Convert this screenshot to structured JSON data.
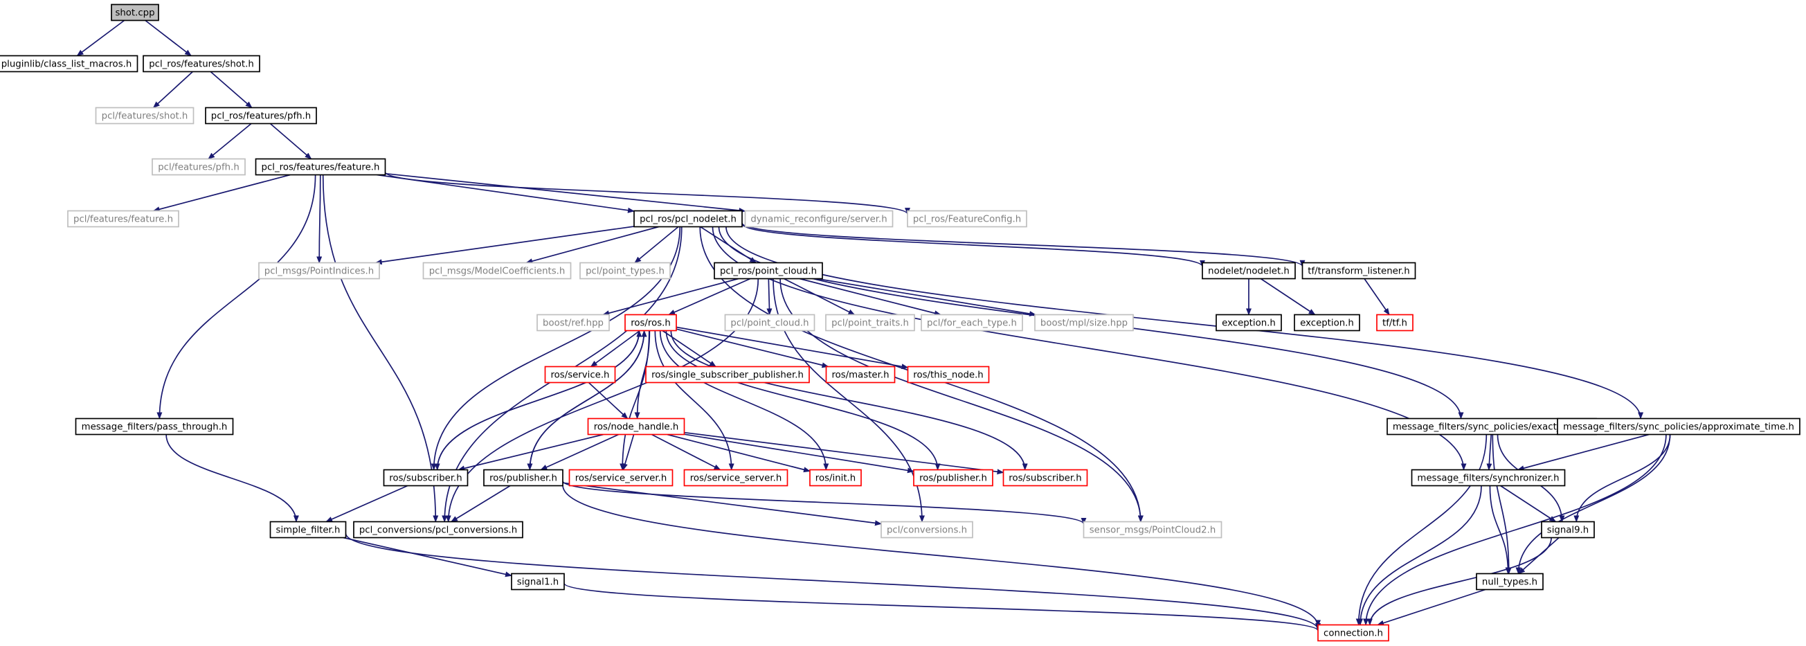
{
  "graph": {
    "colors": {
      "edge": "#191970",
      "node_fill": "#ffffff",
      "root_fill": "#bfbfbf",
      "text_normal": "#000000",
      "text_missing": "#7f7f7f",
      "border_normal": "#000000",
      "border_missing": "#bfbfbf",
      "border_truncated": "#ff0000"
    },
    "nodes": [
      {
        "id": "shot_cpp",
        "label": "shot.cpp",
        "style": "root"
      },
      {
        "id": "pluginlib",
        "label": "pluginlib/class_list_macros.h",
        "style": "normal"
      },
      {
        "id": "pclros_shot",
        "label": "pcl_ros/features/shot.h",
        "style": "normal"
      },
      {
        "id": "pcl_shot",
        "label": "pcl/features/shot.h",
        "style": "missing"
      },
      {
        "id": "pclros_pfh",
        "label": "pcl_ros/features/pfh.h",
        "style": "normal"
      },
      {
        "id": "pcl_pfh",
        "label": "pcl/features/pfh.h",
        "style": "missing"
      },
      {
        "id": "pclros_feature",
        "label": "pcl_ros/features/feature.h",
        "style": "normal"
      },
      {
        "id": "pcl_feature",
        "label": "pcl/features/feature.h",
        "style": "missing"
      },
      {
        "id": "pcl_nodelet",
        "label": "pcl_ros/pcl_nodelet.h",
        "style": "normal"
      },
      {
        "id": "dyn_server",
        "label": "dynamic_reconfigure/server.h",
        "style": "missing"
      },
      {
        "id": "feature_config",
        "label": "pcl_ros/FeatureConfig.h",
        "style": "missing"
      },
      {
        "id": "point_indices",
        "label": "pcl_msgs/PointIndices.h",
        "style": "missing"
      },
      {
        "id": "model_coeff",
        "label": "pcl_msgs/ModelCoefficients.h",
        "style": "missing"
      },
      {
        "id": "point_types",
        "label": "pcl/point_types.h",
        "style": "missing"
      },
      {
        "id": "pclros_point_cloud",
        "label": "pcl_ros/point_cloud.h",
        "style": "normal"
      },
      {
        "id": "nodelet_nodelet",
        "label": "nodelet/nodelet.h",
        "style": "normal"
      },
      {
        "id": "tf_listener",
        "label": "tf/transform_listener.h",
        "style": "normal"
      },
      {
        "id": "exception1",
        "label": "exception.h",
        "style": "normal"
      },
      {
        "id": "exception2",
        "label": "exception.h",
        "style": "normal"
      },
      {
        "id": "tf_tf",
        "label": "tf/tf.h",
        "style": "truncated"
      },
      {
        "id": "boost_ref",
        "label": "boost/ref.hpp",
        "style": "missing"
      },
      {
        "id": "ros_ros",
        "label": "ros/ros.h",
        "style": "truncated"
      },
      {
        "id": "pcl_point_cloud",
        "label": "pcl/point_cloud.h",
        "style": "missing"
      },
      {
        "id": "pcl_point_traits",
        "label": "pcl/point_traits.h",
        "style": "missing"
      },
      {
        "id": "pcl_for_each",
        "label": "pcl/for_each_type.h",
        "style": "missing"
      },
      {
        "id": "boost_mpl",
        "label": "boost/mpl/size.hpp",
        "style": "missing"
      },
      {
        "id": "ros_service",
        "label": "ros/service.h",
        "style": "truncated"
      },
      {
        "id": "ros_single_sub",
        "label": "ros/single_subscriber_publisher.h",
        "style": "truncated"
      },
      {
        "id": "ros_master",
        "label": "ros/master.h",
        "style": "truncated"
      },
      {
        "id": "ros_this_node",
        "label": "ros/this_node.h",
        "style": "truncated"
      },
      {
        "id": "ros_node_handle",
        "label": "ros/node_handle.h",
        "style": "truncated"
      },
      {
        "id": "mf_pass_through",
        "label": "message_filters/pass_through.h",
        "style": "normal"
      },
      {
        "id": "ros_subscriber_n",
        "label": "ros/subscriber.h",
        "style": "normal"
      },
      {
        "id": "ros_publisher_n",
        "label": "ros/publisher.h",
        "style": "normal"
      },
      {
        "id": "ros_service_server1",
        "label": "ros/service_server.h",
        "style": "truncated"
      },
      {
        "id": "ros_service_server2",
        "label": "ros/service_server.h",
        "style": "truncated"
      },
      {
        "id": "ros_init",
        "label": "ros/init.h",
        "style": "truncated"
      },
      {
        "id": "ros_publisher_r",
        "label": "ros/publisher.h",
        "style": "truncated"
      },
      {
        "id": "ros_subscriber_r",
        "label": "ros/subscriber.h",
        "style": "truncated"
      },
      {
        "id": "simple_filter",
        "label": "simple_filter.h",
        "style": "normal"
      },
      {
        "id": "pcl_conversions",
        "label": "pcl_conversions/pcl_conversions.h",
        "style": "normal"
      },
      {
        "id": "pcl_conv_h",
        "label": "pcl/conversions.h",
        "style": "missing"
      },
      {
        "id": "pointcloud2",
        "label": "sensor_msgs/PointCloud2.h",
        "style": "missing"
      },
      {
        "id": "signal1",
        "label": "signal1.h",
        "style": "normal"
      },
      {
        "id": "mf_exact",
        "label": "message_filters/sync_policies/exact_time.h",
        "style": "normal"
      },
      {
        "id": "mf_approx",
        "label": "message_filters/sync_policies/approximate_time.h",
        "style": "normal"
      },
      {
        "id": "mf_sync",
        "label": "message_filters/synchronizer.h",
        "style": "normal"
      },
      {
        "id": "signal9",
        "label": "signal9.h",
        "style": "normal"
      },
      {
        "id": "null_types",
        "label": "null_types.h",
        "style": "normal"
      },
      {
        "id": "connection",
        "label": "connection.h",
        "style": "truncated"
      }
    ],
    "edges": [
      [
        "shot_cpp",
        "pluginlib"
      ],
      [
        "shot_cpp",
        "pclros_shot"
      ],
      [
        "pclros_shot",
        "pcl_shot"
      ],
      [
        "pclros_shot",
        "pclros_pfh"
      ],
      [
        "pclros_pfh",
        "pcl_pfh"
      ],
      [
        "pclros_pfh",
        "pclros_feature"
      ],
      [
        "pclros_feature",
        "pcl_feature"
      ],
      [
        "pclros_feature",
        "pcl_nodelet"
      ],
      [
        "pclros_feature",
        "dyn_server"
      ],
      [
        "pclros_feature",
        "feature_config"
      ],
      [
        "pclros_feature",
        "point_indices"
      ],
      [
        "pclros_feature",
        "mf_pass_through"
      ],
      [
        "pclros_feature",
        "pcl_conversions"
      ],
      [
        "pcl_nodelet",
        "point_indices"
      ],
      [
        "pcl_nodelet",
        "model_coeff"
      ],
      [
        "pcl_nodelet",
        "point_types"
      ],
      [
        "pcl_nodelet",
        "pclros_point_cloud"
      ],
      [
        "pcl_nodelet",
        "nodelet_nodelet"
      ],
      [
        "pcl_nodelet",
        "tf_listener"
      ],
      [
        "pcl_nodelet",
        "mf_exact"
      ],
      [
        "pcl_nodelet",
        "mf_approx"
      ],
      [
        "pcl_nodelet",
        "mf_sync"
      ],
      [
        "pcl_nodelet",
        "ros_subscriber_n"
      ],
      [
        "pcl_nodelet",
        "pcl_conversions"
      ],
      [
        "pcl_nodelet",
        "pointcloud2"
      ],
      [
        "nodelet_nodelet",
        "exception1"
      ],
      [
        "nodelet_nodelet",
        "exception2"
      ],
      [
        "tf_listener",
        "tf_tf"
      ],
      [
        "pclros_point_cloud",
        "boost_ref"
      ],
      [
        "pclros_point_cloud",
        "ros_ros"
      ],
      [
        "pclros_point_cloud",
        "pcl_point_cloud"
      ],
      [
        "pclros_point_cloud",
        "pcl_point_traits"
      ],
      [
        "pclros_point_cloud",
        "pcl_for_each"
      ],
      [
        "pclros_point_cloud",
        "boost_mpl"
      ],
      [
        "pclros_point_cloud",
        "pointcloud2"
      ],
      [
        "pclros_point_cloud",
        "pcl_conversions"
      ],
      [
        "pclros_point_cloud",
        "pcl_conv_h"
      ],
      [
        "ros_ros",
        "ros_service"
      ],
      [
        "ros_ros",
        "ros_single_sub"
      ],
      [
        "ros_ros",
        "ros_master"
      ],
      [
        "ros_ros",
        "ros_this_node"
      ],
      [
        "ros_ros",
        "ros_node_handle"
      ],
      [
        "ros_ros",
        "ros_subscriber_n"
      ],
      [
        "ros_ros",
        "ros_publisher_n"
      ],
      [
        "ros_ros",
        "ros_service_server1"
      ],
      [
        "ros_ros",
        "ros_service_server2"
      ],
      [
        "ros_ros",
        "ros_init"
      ],
      [
        "ros_ros",
        "ros_publisher_r"
      ],
      [
        "ros_ros",
        "ros_subscriber_r"
      ],
      [
        "ros_service",
        "ros_node_handle"
      ],
      [
        "ros_node_handle",
        "ros_subscriber_n"
      ],
      [
        "ros_node_handle",
        "ros_publisher_n"
      ],
      [
        "ros_node_handle",
        "ros_service_server1"
      ],
      [
        "ros_node_handle",
        "ros_service_server2"
      ],
      [
        "ros_node_handle",
        "ros_init"
      ],
      [
        "ros_node_handle",
        "ros_publisher_r"
      ],
      [
        "ros_node_handle",
        "ros_subscriber_r"
      ],
      [
        "mf_pass_through",
        "simple_filter"
      ],
      [
        "ros_subscriber_n",
        "simple_filter"
      ],
      [
        "ros_subscriber_n",
        "ros_ros"
      ],
      [
        "ros_publisher_n",
        "pcl_conversions"
      ],
      [
        "ros_publisher_n",
        "pcl_conv_h"
      ],
      [
        "ros_publisher_n",
        "pointcloud2"
      ],
      [
        "ros_publisher_n",
        "connection"
      ],
      [
        "ros_publisher_n",
        "ros_ros"
      ],
      [
        "simple_filter",
        "signal1"
      ],
      [
        "simple_filter",
        "connection"
      ],
      [
        "signal1",
        "connection"
      ],
      [
        "mf_exact",
        "mf_sync"
      ],
      [
        "mf_exact",
        "signal9"
      ],
      [
        "mf_exact",
        "null_types"
      ],
      [
        "mf_exact",
        "connection"
      ],
      [
        "mf_approx",
        "mf_sync"
      ],
      [
        "mf_approx",
        "signal9"
      ],
      [
        "mf_approx",
        "null_types"
      ],
      [
        "mf_approx",
        "connection"
      ],
      [
        "mf_sync",
        "signal9"
      ],
      [
        "mf_sync",
        "null_types"
      ],
      [
        "mf_sync",
        "connection"
      ],
      [
        "signal9",
        "null_types"
      ],
      [
        "signal9",
        "connection"
      ],
      [
        "null_types",
        "connection"
      ]
    ]
  }
}
